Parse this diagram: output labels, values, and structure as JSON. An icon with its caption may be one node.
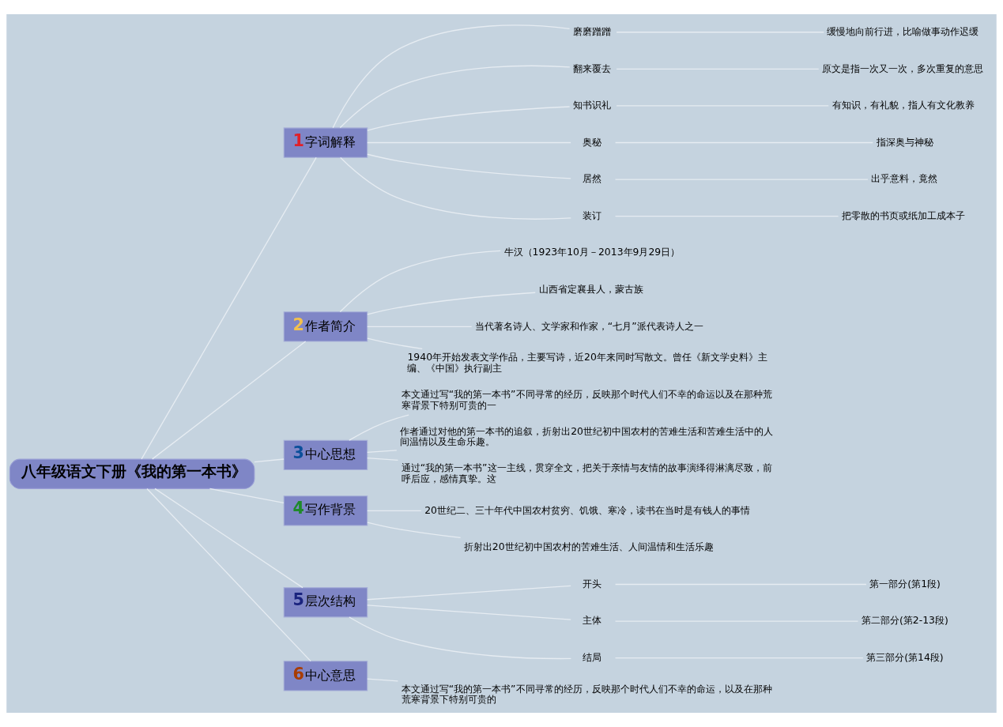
{
  "diagram": {
    "nodes": [
      {
        "text": [
          "八年级语文下册《我的第一本书》"
        ]
      },
      {
        "text": [
          "1",
          "字词解释"
        ]
      },
      {
        "text": [
          "磨磨蹭蹭"
        ]
      },
      {
        "text": [
          "缓慢地向前行进，比喻做事动作迟缓"
        ]
      },
      {
        "text": [
          "翻来覆去"
        ]
      },
      {
        "text": [
          "原文是指一次又一次，多次重复的意思"
        ]
      },
      {
        "text": [
          "知书识礼"
        ]
      },
      {
        "text": [
          "有知识，有礼貌，指人有文化教养"
        ]
      },
      {
        "text": [
          "奥秘"
        ]
      },
      {
        "text": [
          "指深奥与神秘"
        ]
      },
      {
        "text": [
          "居然"
        ]
      },
      {
        "text": [
          "出乎意料，竟然"
        ]
      },
      {
        "text": [
          "装订"
        ]
      },
      {
        "text": [
          "把零散的书页或纸加工成本子"
        ]
      },
      {
        "text": [
          "2",
          "作者简介"
        ]
      },
      {
        "text": [
          "牛汉（1923年10月－2013年9月29日）"
        ]
      },
      {
        "text": [
          "山西省定襄县人，蒙古族"
        ]
      },
      {
        "text": [
          "当代著名诗人、文学家和作家，“七月”派代表诗人之一"
        ]
      },
      {
        "text": [
          "1940年开始发表文学作品，主要写诗，近20年来同时写散文。曾任《新文学史料》主编、《中国》执行副主"
        ]
      },
      {
        "text": [
          "3",
          "中心思想"
        ]
      },
      {
        "text": [
          "本文通过写“我的第一本书”不同寻常的经历，反映那个时代人们不幸的命运以及在那种荒寒背景下特别可贵的一"
        ]
      },
      {
        "text": [
          "作者通过对他的第一本书的追叙，折射出20世纪初中国农村的苦难生活和苦难生活中的人间温情以及生命乐趣。"
        ]
      },
      {
        "text": [
          "通过“我的第一本书”这一主线，贯穿全文，把关于亲情与友情的故事演绎得淋漓尽致，前呼后应，感情真挚。这"
        ]
      },
      {
        "text": [
          "4",
          "写作背景"
        ]
      },
      {
        "text": [
          "20世纪二、三十年代中国农村贫穷、饥饿、寒冷，读书在当时是有钱人的事情"
        ]
      },
      {
        "text": [
          "折射出20世纪初中国农村的苦难生活、人间温情和生活乐趣"
        ]
      },
      {
        "text": [
          "5",
          "层次结构"
        ]
      },
      {
        "text": [
          "开头"
        ]
      },
      {
        "text": [
          "第一部分(第1段)"
        ]
      },
      {
        "text": [
          "主体"
        ]
      },
      {
        "text": [
          "第二部分(第2-13段)"
        ]
      },
      {
        "text": [
          "结局"
        ]
      },
      {
        "text": [
          "第三部分(第14段)"
        ]
      },
      {
        "text": [
          "6",
          "中心意思"
        ]
      },
      {
        "text": [
          "本文通过写“我的第一本书”不同寻常的经历，反映那个时代人们不幸的命运，以及在那种荒寒背景下特别可贵的"
        ]
      }
    ],
    "edges": [
      {
        "from": 0,
        "to": 1,
        "arrow": "none"
      },
      {
        "from": 1,
        "to": 2,
        "arrow": "none"
      },
      {
        "from": 2,
        "to": 3,
        "arrow": "none"
      },
      {
        "from": 1,
        "to": 4,
        "arrow": "none"
      },
      {
        "from": 4,
        "to": 5,
        "arrow": "none"
      },
      {
        "from": 1,
        "to": 6,
        "arrow": "none"
      },
      {
        "from": 6,
        "to": 7,
        "arrow": "none"
      },
      {
        "from": 1,
        "to": 8,
        "arrow": "none"
      },
      {
        "from": 8,
        "to": 9,
        "arrow": "none"
      },
      {
        "from": 1,
        "to": 10,
        "arrow": "none"
      },
      {
        "from": 10,
        "to": 11,
        "arrow": "none"
      },
      {
        "from": 1,
        "to": 12,
        "arrow": "none"
      },
      {
        "from": 12,
        "to": 13,
        "arrow": "none"
      },
      {
        "from": 0,
        "to": 14,
        "arrow": "none"
      },
      {
        "from": 14,
        "to": 15,
        "arrow": "none"
      },
      {
        "from": 14,
        "to": 16,
        "arrow": "none"
      },
      {
        "from": 14,
        "to": 17,
        "arrow": "none"
      },
      {
        "from": 14,
        "to": 18,
        "arrow": "none"
      },
      {
        "from": 0,
        "to": 19,
        "arrow": "none"
      },
      {
        "from": 19,
        "to": 20,
        "arrow": "none"
      },
      {
        "from": 19,
        "to": 21,
        "arrow": "none"
      },
      {
        "from": 19,
        "to": 22,
        "arrow": "none"
      },
      {
        "from": 0,
        "to": 23,
        "arrow": "none"
      },
      {
        "from": 23,
        "to": 24,
        "arrow": "none"
      },
      {
        "from": 23,
        "to": 25,
        "arrow": "none"
      },
      {
        "from": 0,
        "to": 26,
        "arrow": "none"
      },
      {
        "from": 26,
        "to": 27,
        "arrow": "none"
      },
      {
        "from": 27,
        "to": 28,
        "arrow": "none"
      },
      {
        "from": 26,
        "to": 29,
        "arrow": "none"
      },
      {
        "from": 29,
        "to": 30,
        "arrow": "none"
      },
      {
        "from": 26,
        "to": 31,
        "arrow": "none"
      },
      {
        "from": 31,
        "to": 32,
        "arrow": "none"
      },
      {
        "from": 0,
        "to": 33,
        "arrow": "none"
      },
      {
        "from": 33,
        "to": 34,
        "arrow": "none"
      }
    ]
  }
}
